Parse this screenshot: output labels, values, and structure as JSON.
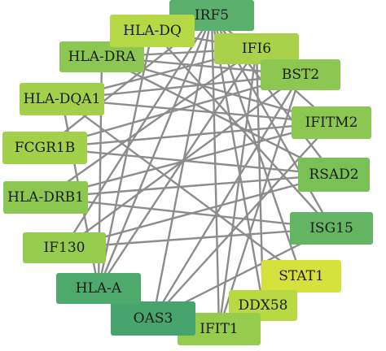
{
  "network": {
    "nodes": [
      {
        "id": "IRF5",
        "label": "IRF5",
        "color": "#5bb06e"
      },
      {
        "id": "IFI6",
        "label": "IFI6",
        "color": "#a9d24a"
      },
      {
        "id": "BST2",
        "label": "BST2",
        "color": "#8cc751"
      },
      {
        "id": "IFITM2",
        "label": "IFITM2",
        "color": "#8cc751"
      },
      {
        "id": "RSAD2",
        "label": "RSAD2",
        "color": "#79c056"
      },
      {
        "id": "ISG15",
        "label": "ISG15",
        "color": "#63b564"
      },
      {
        "id": "STAT1",
        "label": "STAT1",
        "color": "#d6e23c"
      },
      {
        "id": "DDX58",
        "label": "DDX58",
        "color": "#b9d943"
      },
      {
        "id": "IFIT1",
        "label": "IFIT1",
        "color": "#96cc4d"
      },
      {
        "id": "OAS3",
        "label": "OAS3",
        "color": "#47a46c"
      },
      {
        "id": "HLA-A",
        "label": "HLA-A",
        "color": "#4ea96c"
      },
      {
        "id": "IF130",
        "label": "IF130",
        "color": "#96cc4d"
      },
      {
        "id": "HLA-DRB1",
        "label": "HLA-DRB1",
        "color": "#8cc751"
      },
      {
        "id": "FCGR1B",
        "label": "FCGR1B",
        "color": "#a3d04a"
      },
      {
        "id": "HLA-DQA1",
        "label": "HLA-DQA1",
        "color": "#a3d04a"
      },
      {
        "id": "HLA-DRA",
        "label": "HLA-DRA",
        "color": "#8cc751"
      },
      {
        "id": "HLA-DQ",
        "label": "HLA-DQ",
        "color": "#b4d846"
      }
    ],
    "edges": [
      [
        "HLA-DQ",
        "ISG15"
      ],
      [
        "HLA-DQ",
        "IFI6"
      ],
      [
        "HLA-DQ",
        "HLA-A"
      ],
      [
        "HLA-DRA",
        "IFI6"
      ],
      [
        "HLA-DRA",
        "BST2"
      ],
      [
        "HLA-DRA",
        "RSAD2"
      ],
      [
        "HLA-DRA",
        "HLA-A"
      ],
      [
        "HLA-DRA",
        "IFITM2"
      ],
      [
        "HLA-DQA1",
        "BST2"
      ],
      [
        "HLA-DQA1",
        "IFI6"
      ],
      [
        "HLA-DQA1",
        "IFITM2"
      ],
      [
        "HLA-DQA1",
        "HLA-A"
      ],
      [
        "FCGR1B",
        "BST2"
      ],
      [
        "FCGR1B",
        "IFITM2"
      ],
      [
        "FCGR1B",
        "RSAD2"
      ],
      [
        "FCGR1B",
        "IRF5"
      ],
      [
        "HLA-DRB1",
        "IFITM2"
      ],
      [
        "HLA-DRB1",
        "RSAD2"
      ],
      [
        "HLA-DRB1",
        "ISG15"
      ],
      [
        "HLA-DRB1",
        "IFI6"
      ],
      [
        "IF130",
        "RSAD2"
      ],
      [
        "IF130",
        "ISG15"
      ],
      [
        "IF130",
        "IRF5"
      ],
      [
        "IF130",
        "BST2"
      ],
      [
        "HLA-A",
        "IRF5"
      ],
      [
        "HLA-A",
        "IFI6"
      ],
      [
        "HLA-A",
        "IFIT1"
      ],
      [
        "OAS3",
        "IRF5"
      ],
      [
        "OAS3",
        "ISG15"
      ],
      [
        "OAS3",
        "BST2"
      ],
      [
        "OAS3",
        "IFITM2"
      ],
      [
        "IFIT1",
        "IRF5"
      ],
      [
        "IFIT1",
        "BST2"
      ],
      [
        "IFIT1",
        "IFI6"
      ],
      [
        "DDX58",
        "IRF5"
      ],
      [
        "DDX58",
        "IFI6"
      ],
      [
        "STAT1",
        "IRF5"
      ],
      [
        "STAT1",
        "HLA-DQA1"
      ],
      [
        "ISG15",
        "IRF5"
      ],
      [
        "RSAD2",
        "IRF5"
      ],
      [
        "IFITM2",
        "IRF5"
      ]
    ]
  }
}
